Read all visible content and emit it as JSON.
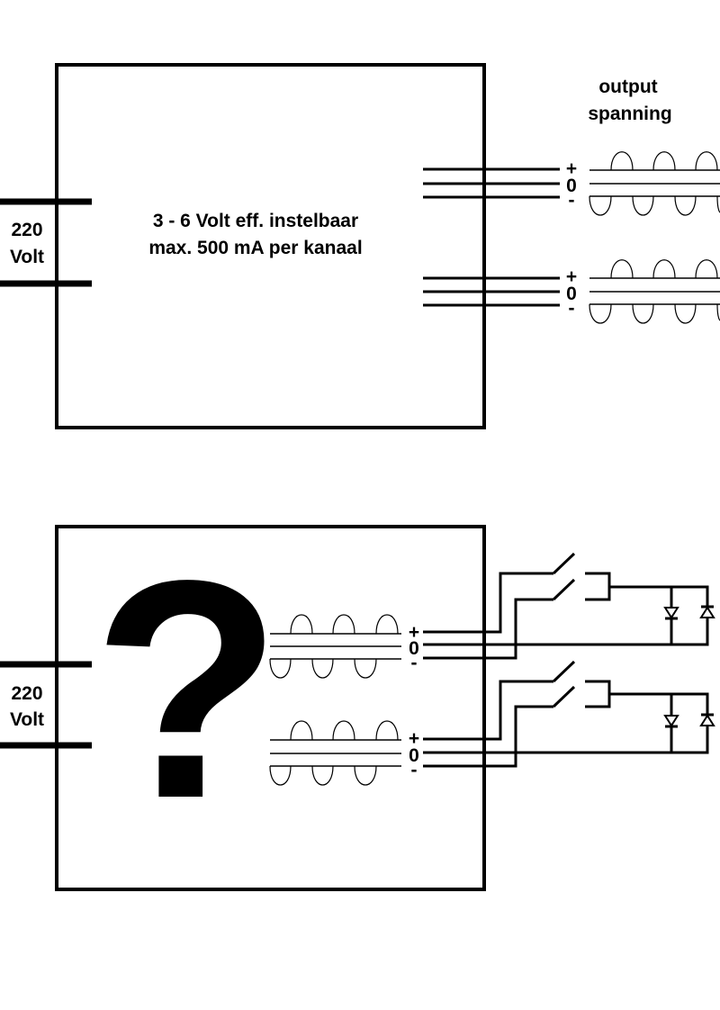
{
  "top": {
    "mains": {
      "value": "220",
      "unit": "Volt"
    },
    "spec_line1": "3 - 6 Volt eff. instelbaar",
    "spec_line2": "max. 500 mA per kanaal",
    "output_title_line1": "output",
    "output_title_line2": "spanning",
    "channels": [
      {
        "plus": "+",
        "zero": "0",
        "minus": "-"
      },
      {
        "plus": "+",
        "zero": "0",
        "minus": "-"
      }
    ]
  },
  "bottom": {
    "mains": {
      "value": "220",
      "unit": "Volt"
    },
    "question_mark": "?",
    "channels": [
      {
        "plus": "+",
        "zero": "0",
        "minus": "-"
      },
      {
        "plus": "+",
        "zero": "0",
        "minus": "-"
      }
    ]
  }
}
